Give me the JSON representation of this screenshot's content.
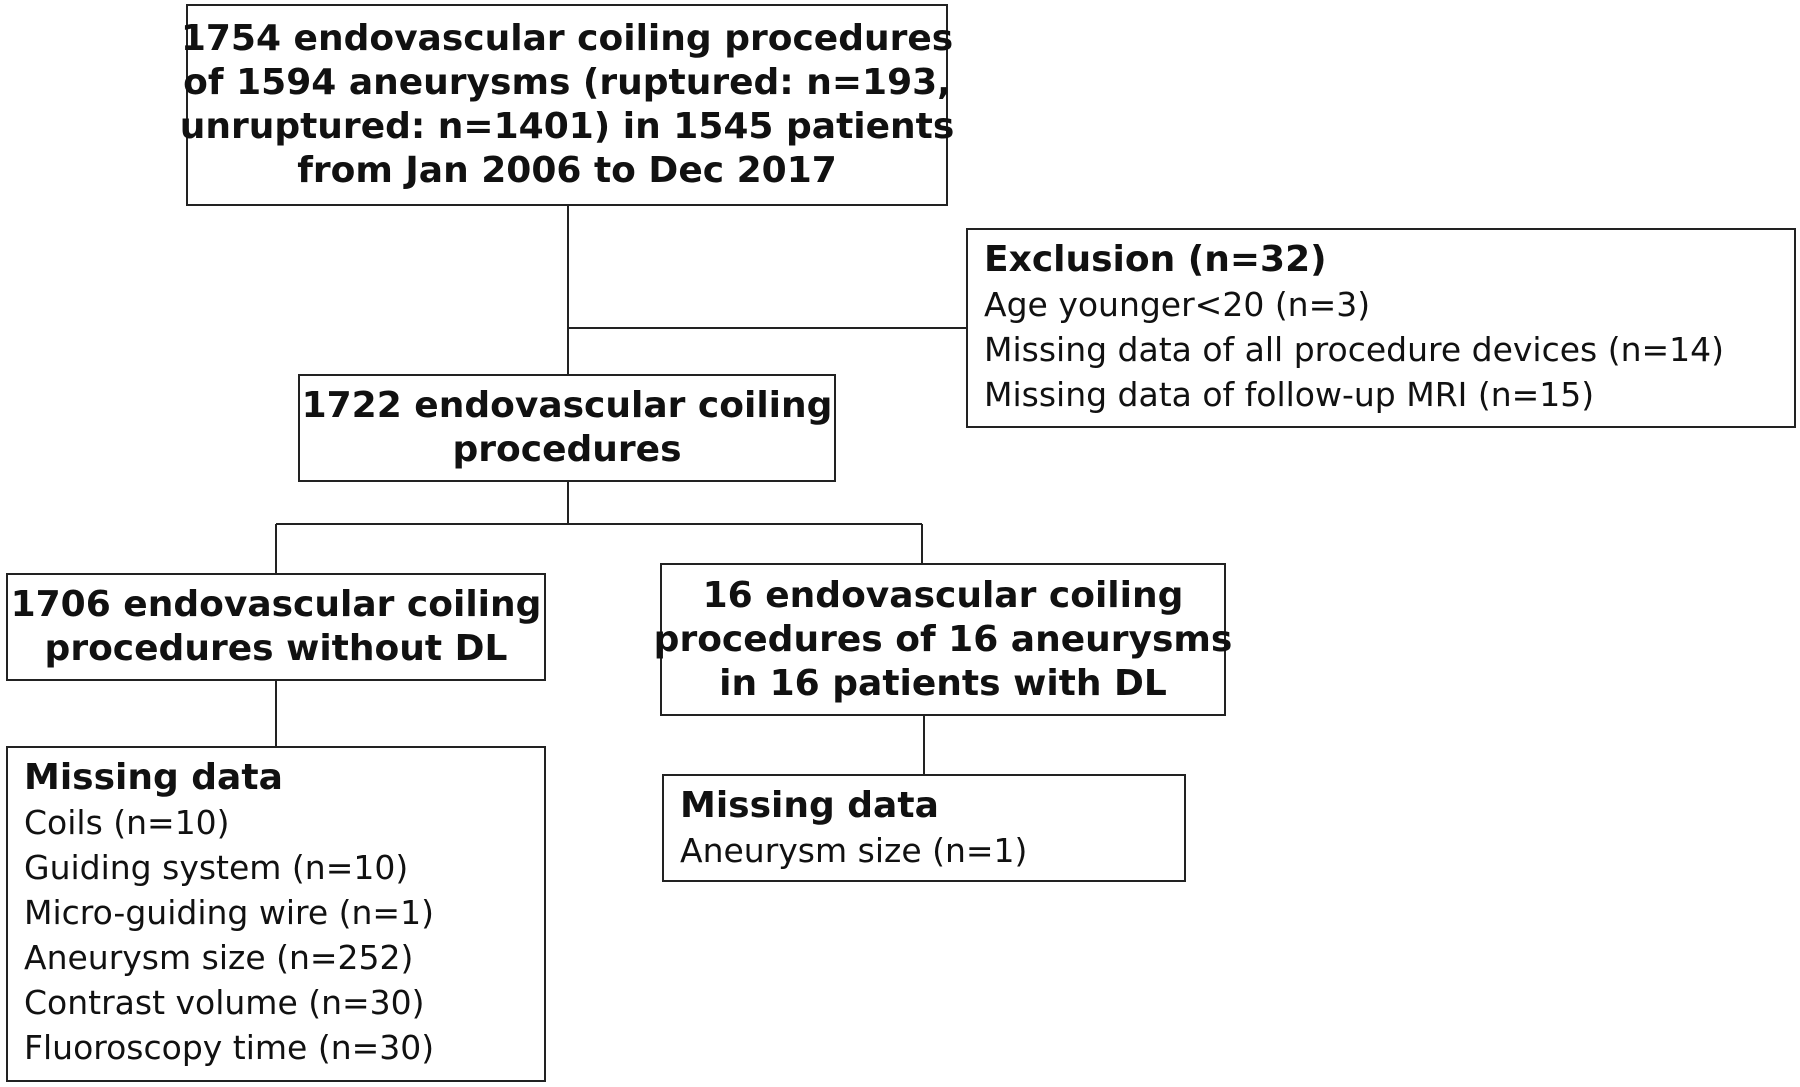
{
  "top_box": {
    "lines": [
      "1754 endovascular coiling procedures",
      "of 1594 aneurysms (ruptured: n=193,",
      "unruptured: n=1401) in 1545 patients",
      "from Jan 2006 to Dec 2017"
    ]
  },
  "exclusion_box": {
    "title": "Exclusion (n=32)",
    "items": [
      "Age younger<20 (n=3)",
      "Missing data of all procedure devices (n=14)",
      "Missing data of follow-up MRI (n=15)"
    ]
  },
  "middle_box": {
    "lines": [
      "1722 endovascular coiling",
      "procedures"
    ]
  },
  "without_dl_box": {
    "lines": [
      "1706 endovascular coiling",
      "procedures without DL"
    ]
  },
  "with_dl_box": {
    "lines": [
      "16 endovascular coiling",
      "procedures of 16 aneurysms",
      "in 16 patients with DL"
    ]
  },
  "missing_left_box": {
    "title": "Missing data",
    "items": [
      "Coils (n=10)",
      "Guiding system (n=10)",
      "Micro-guiding wire (n=1)",
      "Aneurysm size (n=252)",
      "Contrast volume (n=30)",
      "Fluoroscopy time (n=30)"
    ]
  },
  "missing_right_box": {
    "title": "Missing data",
    "items": [
      "Aneurysm size (n=1)"
    ]
  }
}
